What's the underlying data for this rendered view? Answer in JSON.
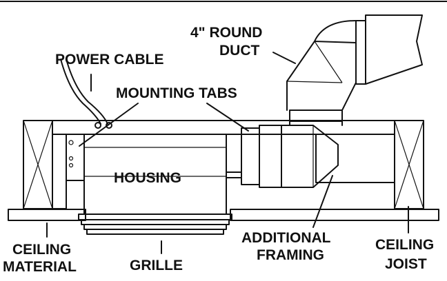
{
  "labels": {
    "duct_line1": "4\" ROUND",
    "duct_line2": "DUCT",
    "power_cable": "POWER CABLE",
    "mounting_tabs": "MOUNTING TABS",
    "housing": "HOUSING",
    "additional_line1": "ADDITIONAL",
    "additional_line2": "FRAMING",
    "ceiling_joist_line1": "CEILING",
    "ceiling_joist_line2": "JOIST",
    "ceiling_material_line1": "CEILING",
    "ceiling_material_line2": "MATERIAL",
    "grille": "GRILLE"
  },
  "colors": {
    "ink": "#111111",
    "background": "#ffffff",
    "hatch": "#cccccc"
  }
}
